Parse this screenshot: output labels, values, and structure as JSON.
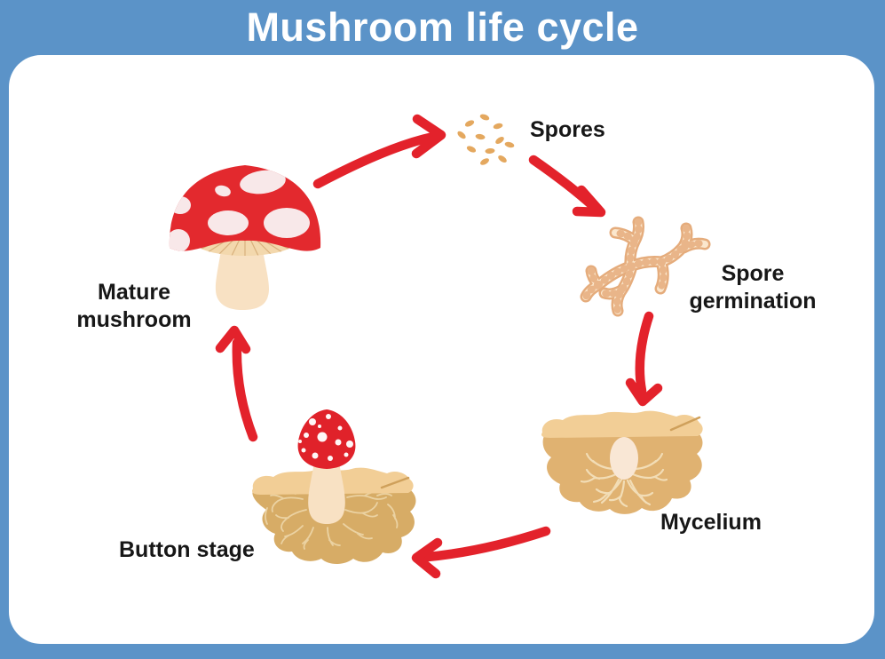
{
  "title": "Mushroom life cycle",
  "stages": [
    {
      "id": "spores",
      "label": "Spores"
    },
    {
      "id": "spore-germination",
      "label": "Spore germination"
    },
    {
      "id": "mycelium",
      "label": "Mycelium"
    },
    {
      "id": "button-stage",
      "label": "Button stage"
    },
    {
      "id": "mature-mushroom",
      "label": "Mature mushroom"
    }
  ],
  "colors": {
    "frame_blue": "#5B93C8",
    "panel_white": "#FFFFFF",
    "title_white": "#FFFFFF",
    "label_black": "#171717",
    "arrow_red": "#E3222B",
    "cap_red": "#E3292E",
    "cap_spot_pink": "#F8E8E9",
    "button_cap_red": "#E0222A",
    "cap_dot_white": "#FEF7F7",
    "stem_cream": "#F8E1C3",
    "gill_beige": "#F3D8AD",
    "gill_line": "#D8B07C",
    "spore_tan": "#E4A85F",
    "hypha_fill": "#FBE7CD",
    "hypha_outline": "#E5AC7C",
    "soil_tan": "#E0B271",
    "soil_dark": "#D7AC66",
    "soil_top": "#F2CE96",
    "soil_slit": "#CFA05B",
    "egg_cream": "#F9E7D5",
    "thread_cream": "#F2DDB6",
    "thread_dark": "#EBD2A2"
  }
}
